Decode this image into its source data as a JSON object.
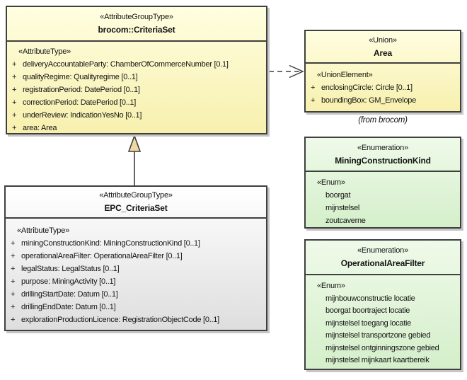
{
  "diagram_title": "UML class diagram - EPC_CriteriaSet",
  "colors": {
    "attribute_group_fill_top": "#fffee0",
    "attribute_group_fill_bottom": "#f7f0ae",
    "class_fill_top": "#ffffff",
    "class_fill_bottom": "#dedede",
    "enumeration_fill_top": "#effae9",
    "enumeration_fill_bottom": "#d4efca",
    "border": "#3f3f3f",
    "shadow": "#c6c6c6",
    "generalization_arrow_fill": "#eed9a1"
  },
  "classes": {
    "criteria_set": {
      "stereotype": "«AttributeGroupType»",
      "name": "brocom::CriteriaSet",
      "section": "«AttributeType»",
      "attrs": [
        {
          "vis": "+",
          "text": "deliveryAccountableParty: ChamberOfCommerceNumber [0.1]"
        },
        {
          "vis": "+",
          "text": "qualityRegime: Qualityregime [0..1]"
        },
        {
          "vis": "+",
          "text": "registrationPeriod: DatePeriod [0..1]"
        },
        {
          "vis": "+",
          "text": "correctionPeriod: DatePeriod [0..1]"
        },
        {
          "vis": "+",
          "text": "underReview: IndicationYesNo [0..1]"
        },
        {
          "vis": "+",
          "text": "area: Area"
        }
      ]
    },
    "area": {
      "stereotype": "«Union»",
      "name": "Area",
      "section": "«UnionElement»",
      "attrs": [
        {
          "vis": "+",
          "text": "enclosingCircle: Circle [0..1]"
        },
        {
          "vis": "+",
          "text": "boundingBox: GM_Envelope"
        }
      ],
      "note": "(from brocom)"
    },
    "epc_criteria_set": {
      "stereotype": "«AttributeGroupType»",
      "name": "EPC_CriteriaSet",
      "section": "«AttributeType»",
      "attrs": [
        {
          "vis": "+",
          "text": "miningConstructionKind: MiningConstructionKind [0..1]"
        },
        {
          "vis": "+",
          "text": "operationalAreaFilter: OperationalAreaFilter [0..1]"
        },
        {
          "vis": "+",
          "text": "legalStatus: LegalStatus [0..1]"
        },
        {
          "vis": "+",
          "text": "purpose: MiningActivity [0..1]"
        },
        {
          "vis": "+",
          "text": "drillingStartDate: Datum [0..1]"
        },
        {
          "vis": "+",
          "text": "drillingEndDate: Datum [0..1]"
        },
        {
          "vis": "+",
          "text": "explorationProductionLicence: RegistrationObjectCode [0..1]"
        }
      ]
    },
    "mining_construction_kind": {
      "stereotype": "«Enumeration»",
      "name": "MiningConstructionKind",
      "section": "«Enum»",
      "values": [
        "boorgat",
        "mijnstelsel",
        "zoutcaverne"
      ]
    },
    "operational_area_filter": {
      "stereotype": "«Enumeration»",
      "name": "OperationalAreaFilter",
      "section": "«Enum»",
      "values": [
        "mijnbouwconstructie locatie",
        "boorgat boortraject locatie",
        "mijnstelsel toegang locatie",
        "mijnstelsel transportzone gebied",
        "mijnstelsel ontginningszone gebied",
        "mijnstelsel mijnkaart kaartbereik"
      ]
    }
  }
}
